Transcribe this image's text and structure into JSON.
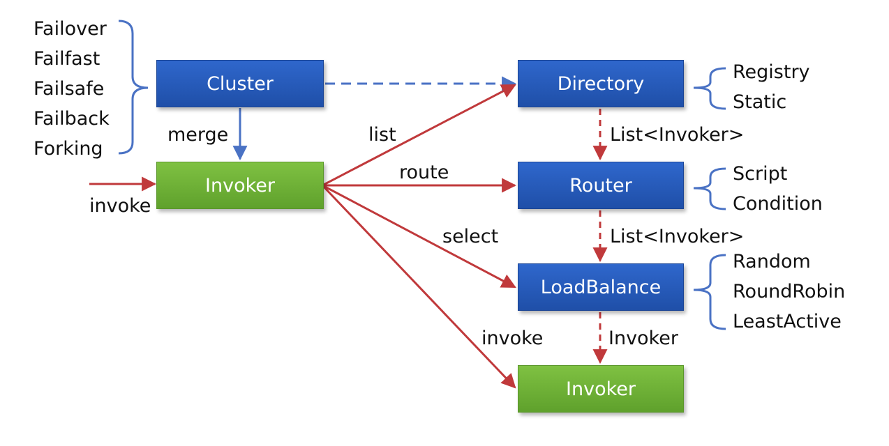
{
  "colors": {
    "blue_box": "#2560c0",
    "green_box": "#6bb033",
    "red_arrow": "#c0393b",
    "blue_arrow": "#4a72c4"
  },
  "nodes": {
    "cluster": "Cluster",
    "invoker_main": "Invoker",
    "directory": "Directory",
    "router": "Router",
    "loadbalance": "LoadBalance",
    "invoker_target": "Invoker"
  },
  "edge_labels": {
    "merge": "merge",
    "invoke_in": "invoke",
    "list": "list",
    "route": "route",
    "select": "select",
    "invoke_out": "invoke",
    "dir_to_router": "List<Invoker>",
    "router_to_lb": "List<Invoker>",
    "lb_to_invoker": "Invoker"
  },
  "options": {
    "cluster": [
      "Failover",
      "Failfast",
      "Failsafe",
      "Failback",
      "Forking"
    ],
    "directory": [
      "Registry",
      "Static"
    ],
    "router": [
      "Script",
      "Condition"
    ],
    "loadbalance": [
      "Random",
      "RoundRobin",
      "LeastActive"
    ]
  }
}
